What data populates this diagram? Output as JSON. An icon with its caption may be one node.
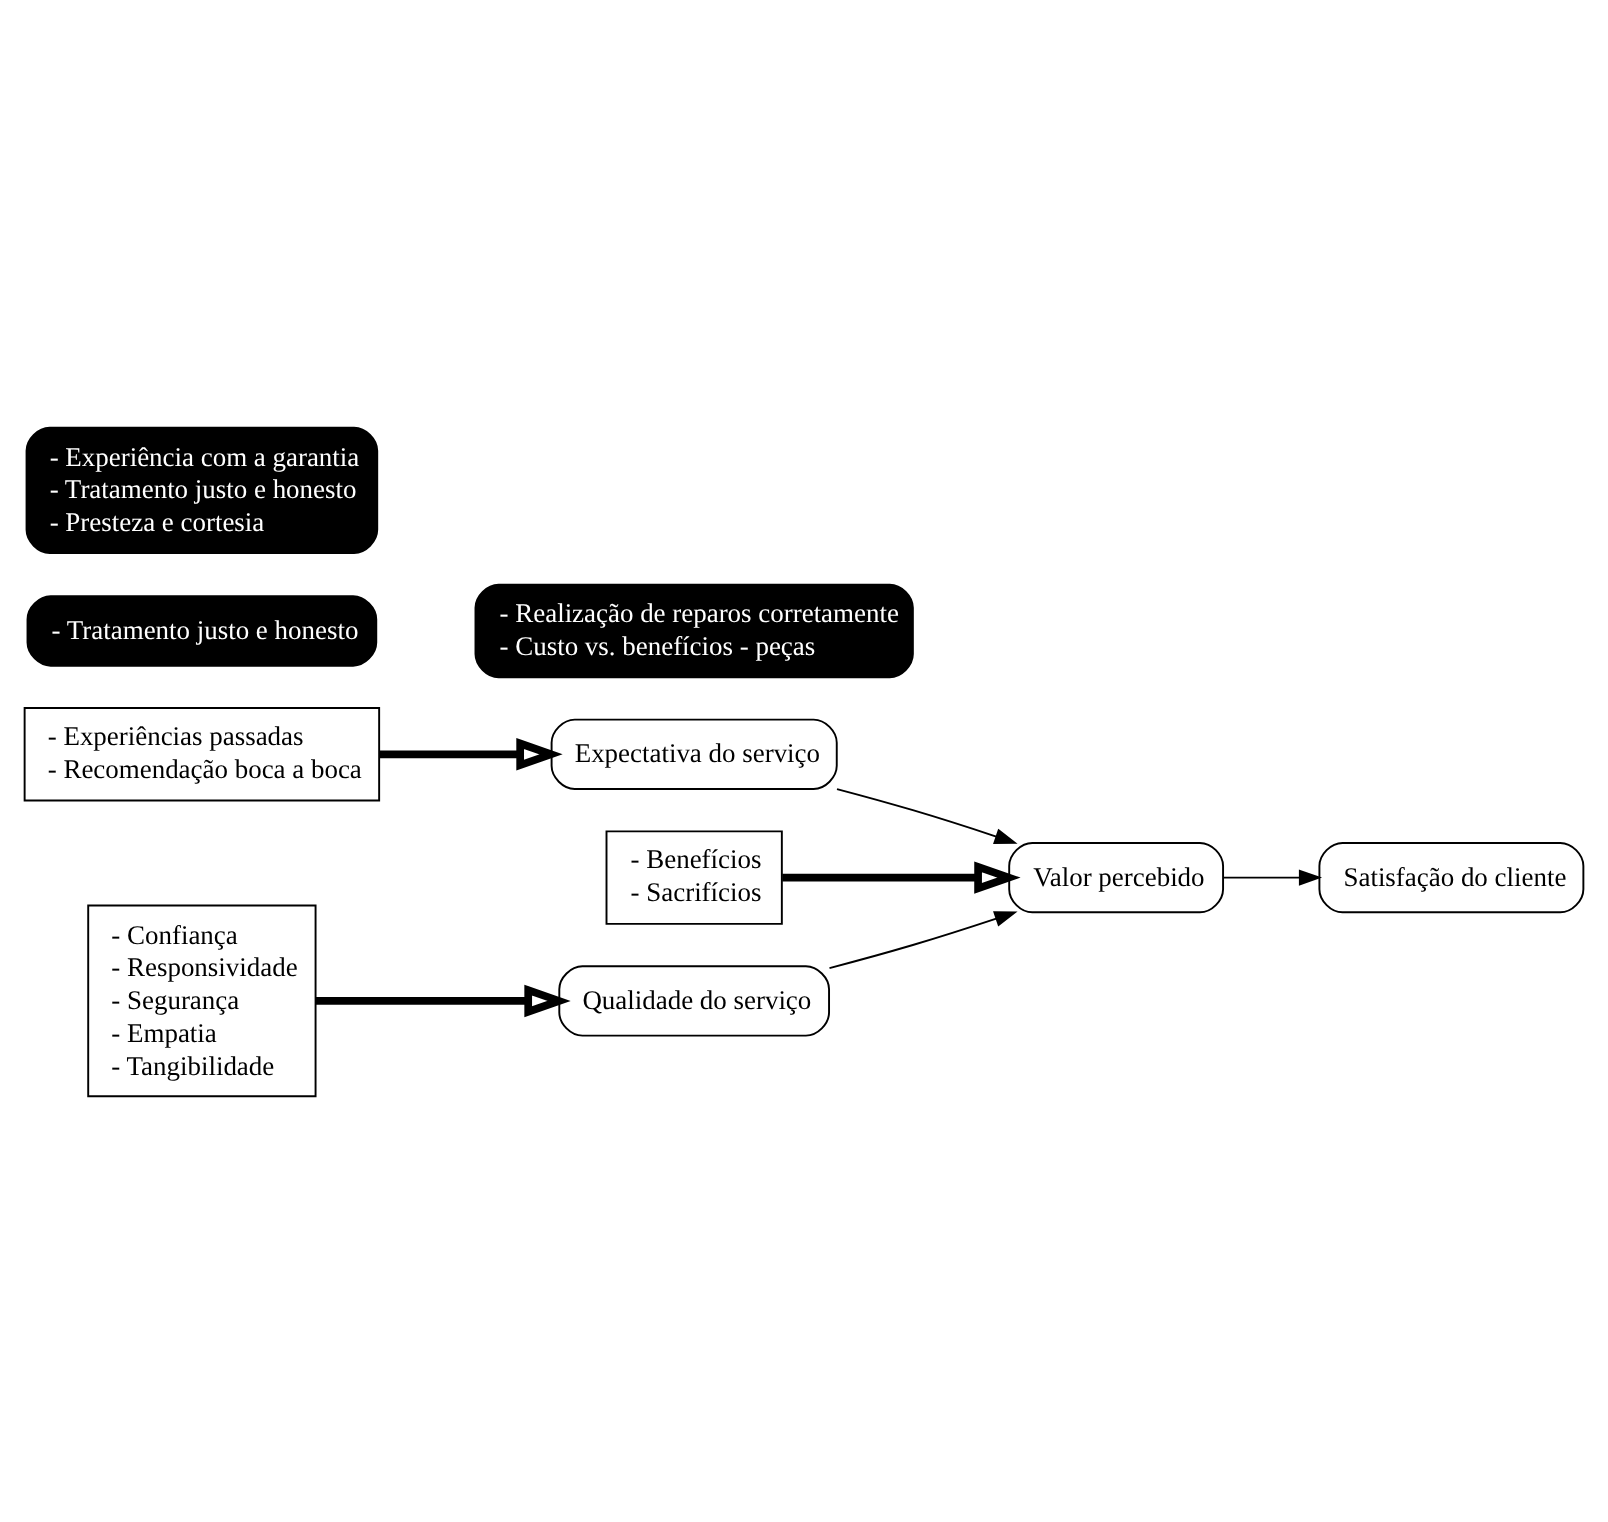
{
  "diagram": {
    "nodes": [
      {
        "text": [
          "- Experiências passadas",
          "- Recomendação boca a boca"
        ]
      },
      {
        "text": [
          "- Tratamento justo e honesto"
        ]
      },
      {
        "text": [
          "- Benefícios",
          "- Sacrifícios"
        ]
      },
      {
        "text": [
          "- Realização de reparos corretamente",
          "- Custo vs. benefícios - peças"
        ]
      },
      {
        "text": [
          "Expectativa do serviço"
        ]
      },
      {
        "text": [
          "Valor percebido"
        ]
      },
      {
        "text": [
          "Satisfação do cliente"
        ]
      },
      {
        "text": [
          "Qualidade do serviço"
        ]
      },
      {
        "text": [
          "- Confiança",
          "- Responsividade",
          "- Segurança",
          "- Empatia",
          "- Tangibilidade"
        ]
      },
      {
        "text": [
          "- Experiência com a garantia",
          "- Tratamento justo e honesto",
          "- Presteza e cortesia"
        ]
      }
    ],
    "edges": [
      {
        "from": 0,
        "to": 4,
        "arrow": "to",
        "style": "thick"
      },
      {
        "from": 2,
        "to": 5,
        "arrow": "to",
        "style": "thick"
      },
      {
        "from": 8,
        "to": 7,
        "arrow": "to",
        "style": "thick"
      },
      {
        "from": 4,
        "to": 5,
        "arrow": "to"
      },
      {
        "from": 7,
        "to": 5,
        "arrow": "to"
      },
      {
        "from": 5,
        "to": 6,
        "arrow": "to"
      }
    ]
  }
}
